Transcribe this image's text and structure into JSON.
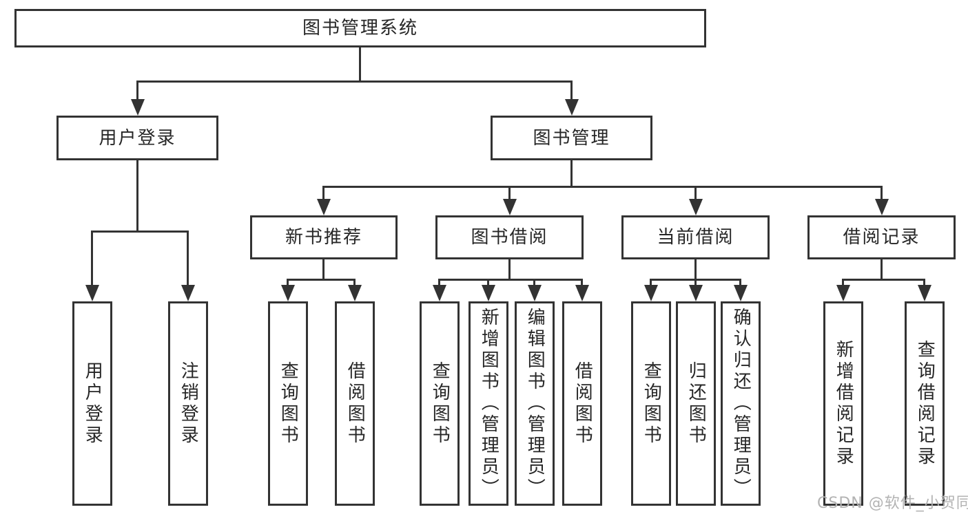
{
  "diagram": {
    "root": {
      "label": "图书管理系统"
    },
    "level2": [
      {
        "label": "用户登录"
      },
      {
        "label": "图书管理"
      }
    ],
    "level3": [
      {
        "label": "新书推荐"
      },
      {
        "label": "图书借阅"
      },
      {
        "label": "当前借阅"
      },
      {
        "label": "借阅记录"
      }
    ],
    "leaves": {
      "user_login": [
        {
          "label": "用户登录"
        },
        {
          "label": "注销登录"
        }
      ],
      "new_book_recommend": [
        {
          "label": "查询图书"
        },
        {
          "label": "借阅图书"
        }
      ],
      "book_borrow": [
        {
          "label": "查询图书"
        },
        {
          "label": "新增图书（管理员）"
        },
        {
          "label": "编辑图书（管理员）"
        },
        {
          "label": "借阅图书"
        }
      ],
      "current_borrow": [
        {
          "label": "查询图书"
        },
        {
          "label": "归还图书"
        },
        {
          "label": "确认归还（管理员）"
        }
      ],
      "borrow_records": [
        {
          "label": "新增借阅记录"
        },
        {
          "label": "查询借阅记录"
        }
      ]
    },
    "watermark": "CSDN @软件_小贺同学",
    "colors": {
      "line": "#333333",
      "text": "#262626",
      "watermark": "#b3b3b3",
      "background": "#ffffff"
    }
  }
}
